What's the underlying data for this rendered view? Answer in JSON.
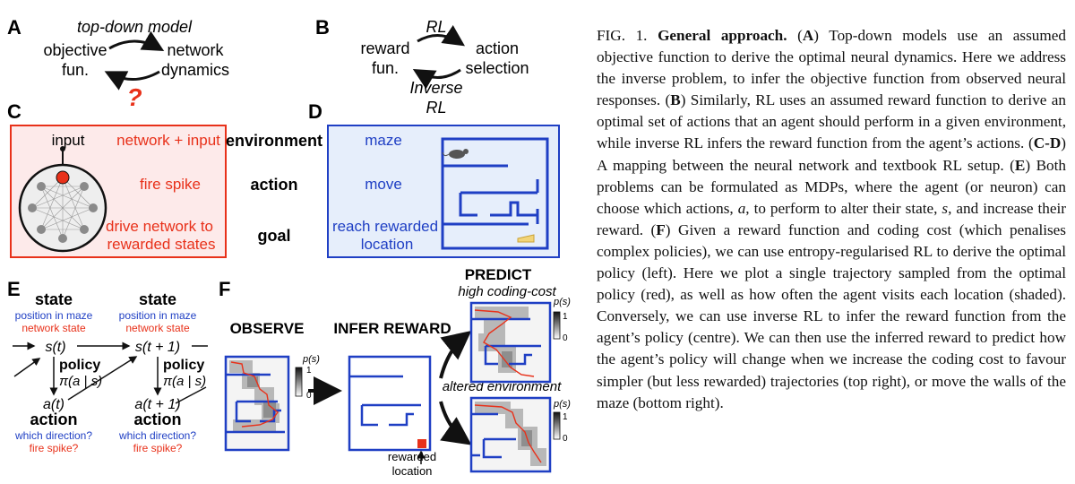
{
  "figure": {
    "panel_letters": {
      "a": "A",
      "b": "B",
      "c": "C",
      "d": "D",
      "e": "E",
      "f": "F"
    },
    "panel_a": {
      "title": "top-down model",
      "left_line1": "objective",
      "left_line2": "fun.",
      "right_line1": "network",
      "right_line2": "dynamics",
      "question": "?"
    },
    "panel_b": {
      "top": "RL",
      "left_line1": "reward",
      "left_line2": "fun.",
      "right_line1": "action",
      "right_line2": "selection",
      "bottom_line1": "Inverse",
      "bottom_line2": "RL"
    },
    "panel_c": {
      "input": "input",
      "row1": "network + input",
      "row2": "fire spike",
      "row3_line1": "drive network to",
      "row3_line2": "rewarded states"
    },
    "middle_labels": {
      "environment": "environment",
      "action": "action",
      "goal": "goal"
    },
    "panel_d": {
      "row1": "maze",
      "row2": "move",
      "row3_line1": "reach rewarded",
      "row3_line2": "location"
    },
    "panel_e": {
      "state": "state",
      "pos": "position in maze",
      "net": "network state",
      "s_t": "s(t)",
      "s_t1": "s(t + 1)",
      "policy": "policy",
      "pi": "π(a | s)",
      "a_t": "a(t)",
      "a_t1": "a(t + 1)",
      "action": "action",
      "dir": "which direction?",
      "spike": "fire spike?"
    },
    "panel_f": {
      "observe": "OBSERVE",
      "infer": "INFER REWARD",
      "predict": "PREDICT",
      "high_cost": "high coding-cost",
      "altered": "altered environment",
      "ps": "p(s)",
      "one": "1",
      "zero": "0",
      "rewarded_line1": "rewarded",
      "rewarded_line2": "location"
    }
  },
  "caption": {
    "fig_label": "FIG. 1.",
    "heading": "General approach.",
    "body_html": " (<b>A</b>) Top-down models use an assumed objective function to derive the optimal neural dynamics. Here we address the inverse problem, to infer the objective function from observed neural responses. (<b>B</b>) Similarly, RL uses an assumed reward function to derive an optimal set of actions that an agent should perform in a given environment, while inverse RL infers the reward function from the agent’s actions. (<b>C-D</b>) A mapping between the neural network and textbook RL setup. (<b>E</b>) Both problems can be formulated as MDPs, where the agent (or neuron) can choose which actions, <i>a</i>, to perform to alter their state, <i>s</i>, and increase their reward. (<b>F</b>) Given a reward function and coding cost (which penalises complex policies), we can use entropy-regularised RL to derive the optimal policy (left). Here we plot a single trajectory sampled from the optimal policy (red), as well as how often the agent visits each location (shaded). Conversely, we can use inverse RL to infer the reward function from the agent’s policy (centre). We can then use the inferred reward to predict how the agent’s policy will change when we increase the coding cost to favour simpler (but less rewarded) trajectories (top right), or move the walls of the maze (bottom right)."
  },
  "colors": {
    "blue": "#1f3fc4",
    "red": "#e8311a",
    "pink_fill": "#fdeaea",
    "blue_fill": "#e6eefb"
  }
}
